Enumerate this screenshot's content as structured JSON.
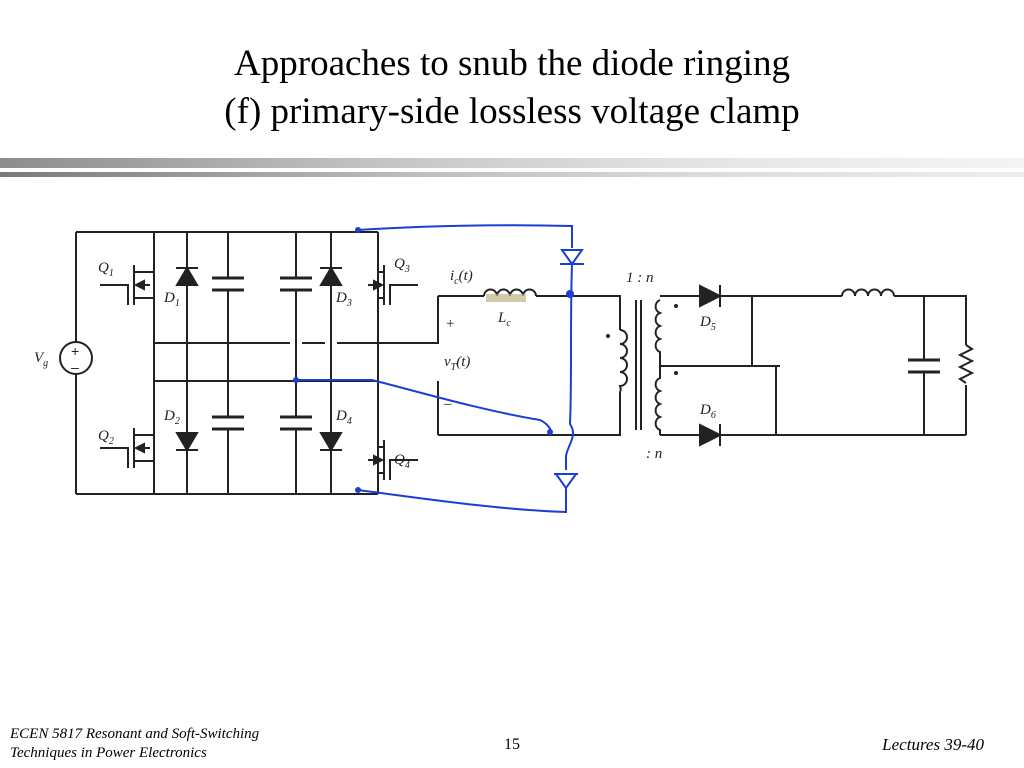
{
  "title": {
    "line1": "Approaches to snub the diode ringing",
    "line2": "(f) primary-side lossless voltage clamp"
  },
  "circuit": {
    "source": "V",
    "source_sub": "g",
    "switches": [
      {
        "name": "Q",
        "sub": "1"
      },
      {
        "name": "Q",
        "sub": "2"
      },
      {
        "name": "Q",
        "sub": "3"
      },
      {
        "name": "Q",
        "sub": "4"
      }
    ],
    "diodes": [
      {
        "name": "D",
        "sub": "1"
      },
      {
        "name": "D",
        "sub": "2"
      },
      {
        "name": "D",
        "sub": "3"
      },
      {
        "name": "D",
        "sub": "4"
      },
      {
        "name": "D",
        "sub": "5"
      },
      {
        "name": "D",
        "sub": "6"
      }
    ],
    "inductor_current": {
      "name": "i",
      "sub": "c",
      "arg": "(t)"
    },
    "inductor": {
      "name": "L",
      "sub": "c"
    },
    "transformer_voltage": {
      "name": "v",
      "sub": "T",
      "arg": "(t)"
    },
    "plus": "+",
    "minus": "–",
    "ratio_top": "1 : n",
    "ratio_bottom": ": n",
    "annotation_color": "#1a3fd4"
  },
  "footer": {
    "left_line1": "ECEN 5817  Resonant and Soft-Switching",
    "left_line2": "Techniques in Power Electronics",
    "page": "15",
    "right": "Lectures 39-40"
  }
}
